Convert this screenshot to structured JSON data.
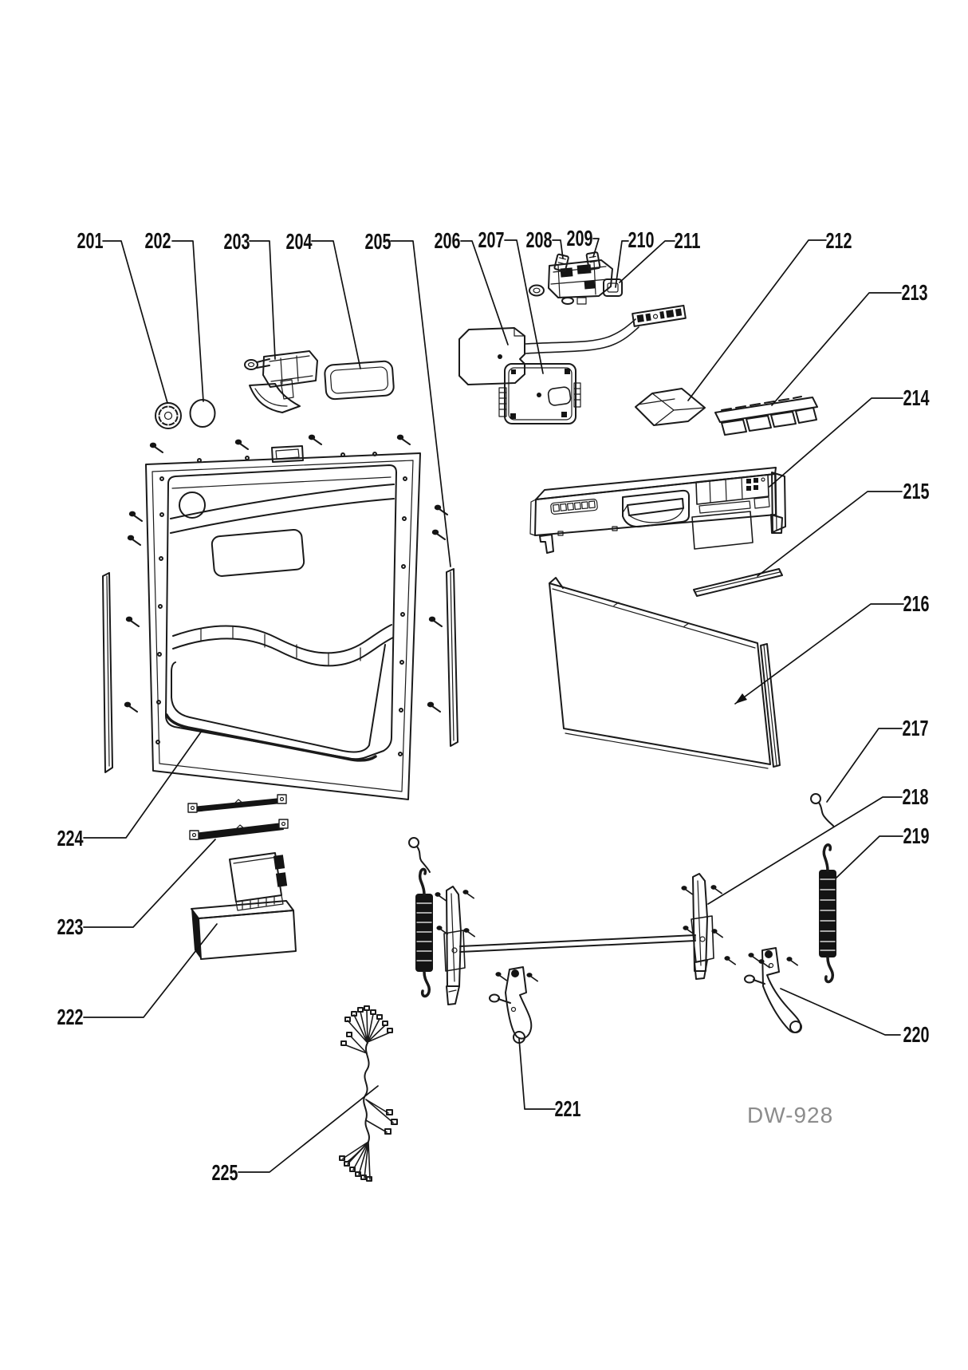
{
  "diagram": {
    "model_code": "DW-928"
  },
  "colors": {
    "background": "#ffffff",
    "line_art": "#1a1a1a",
    "label_text": "#111111",
    "model_text": "#8c8c8c"
  },
  "callouts": [
    {
      "number": "201"
    },
    {
      "number": "202"
    },
    {
      "number": "203"
    },
    {
      "number": "204"
    },
    {
      "number": "205"
    },
    {
      "number": "206"
    },
    {
      "number": "207"
    },
    {
      "number": "208"
    },
    {
      "number": "209"
    },
    {
      "number": "210"
    },
    {
      "number": "211"
    },
    {
      "number": "212"
    },
    {
      "number": "213"
    },
    {
      "number": "214"
    },
    {
      "number": "215"
    },
    {
      "number": "216"
    },
    {
      "number": "217"
    },
    {
      "number": "218"
    },
    {
      "number": "219"
    },
    {
      "number": "220"
    },
    {
      "number": "221"
    },
    {
      "number": "222"
    },
    {
      "number": "223"
    },
    {
      "number": "224"
    },
    {
      "number": "225"
    }
  ]
}
